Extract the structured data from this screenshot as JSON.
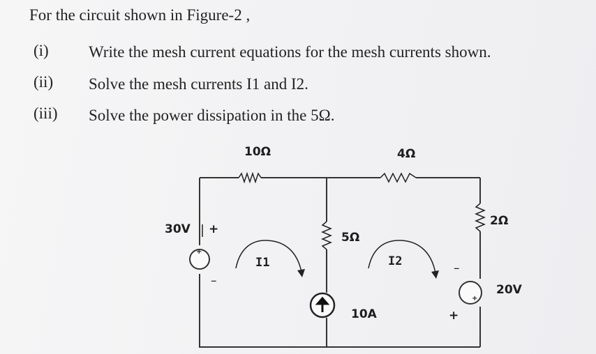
{
  "question": {
    "intro": "For the circuit shown in Figure-2 ,",
    "items": [
      {
        "num": "(i)",
        "text": "Write the mesh current equations for the mesh currents shown."
      },
      {
        "num": "(ii)",
        "text": "Solve the mesh currents I1 and I2."
      },
      {
        "num": "(iii)",
        "text": "Solve the power dissipation in the 5Ω."
      }
    ]
  },
  "circuit": {
    "r1_label": "10Ω",
    "r2_label": "4Ω",
    "r3_label": "5Ω",
    "r4_label": "2Ω",
    "v1_label": "30V",
    "v1_plus": "+",
    "v1_minus": "–",
    "v1_inner_plus": "+",
    "v2_label": "20V",
    "v2_plus": "+",
    "v2_minus": "–",
    "v2_inner_plus": "+",
    "i_source_label": "10A",
    "mesh1_label": "I1",
    "mesh2_label": "I2"
  }
}
